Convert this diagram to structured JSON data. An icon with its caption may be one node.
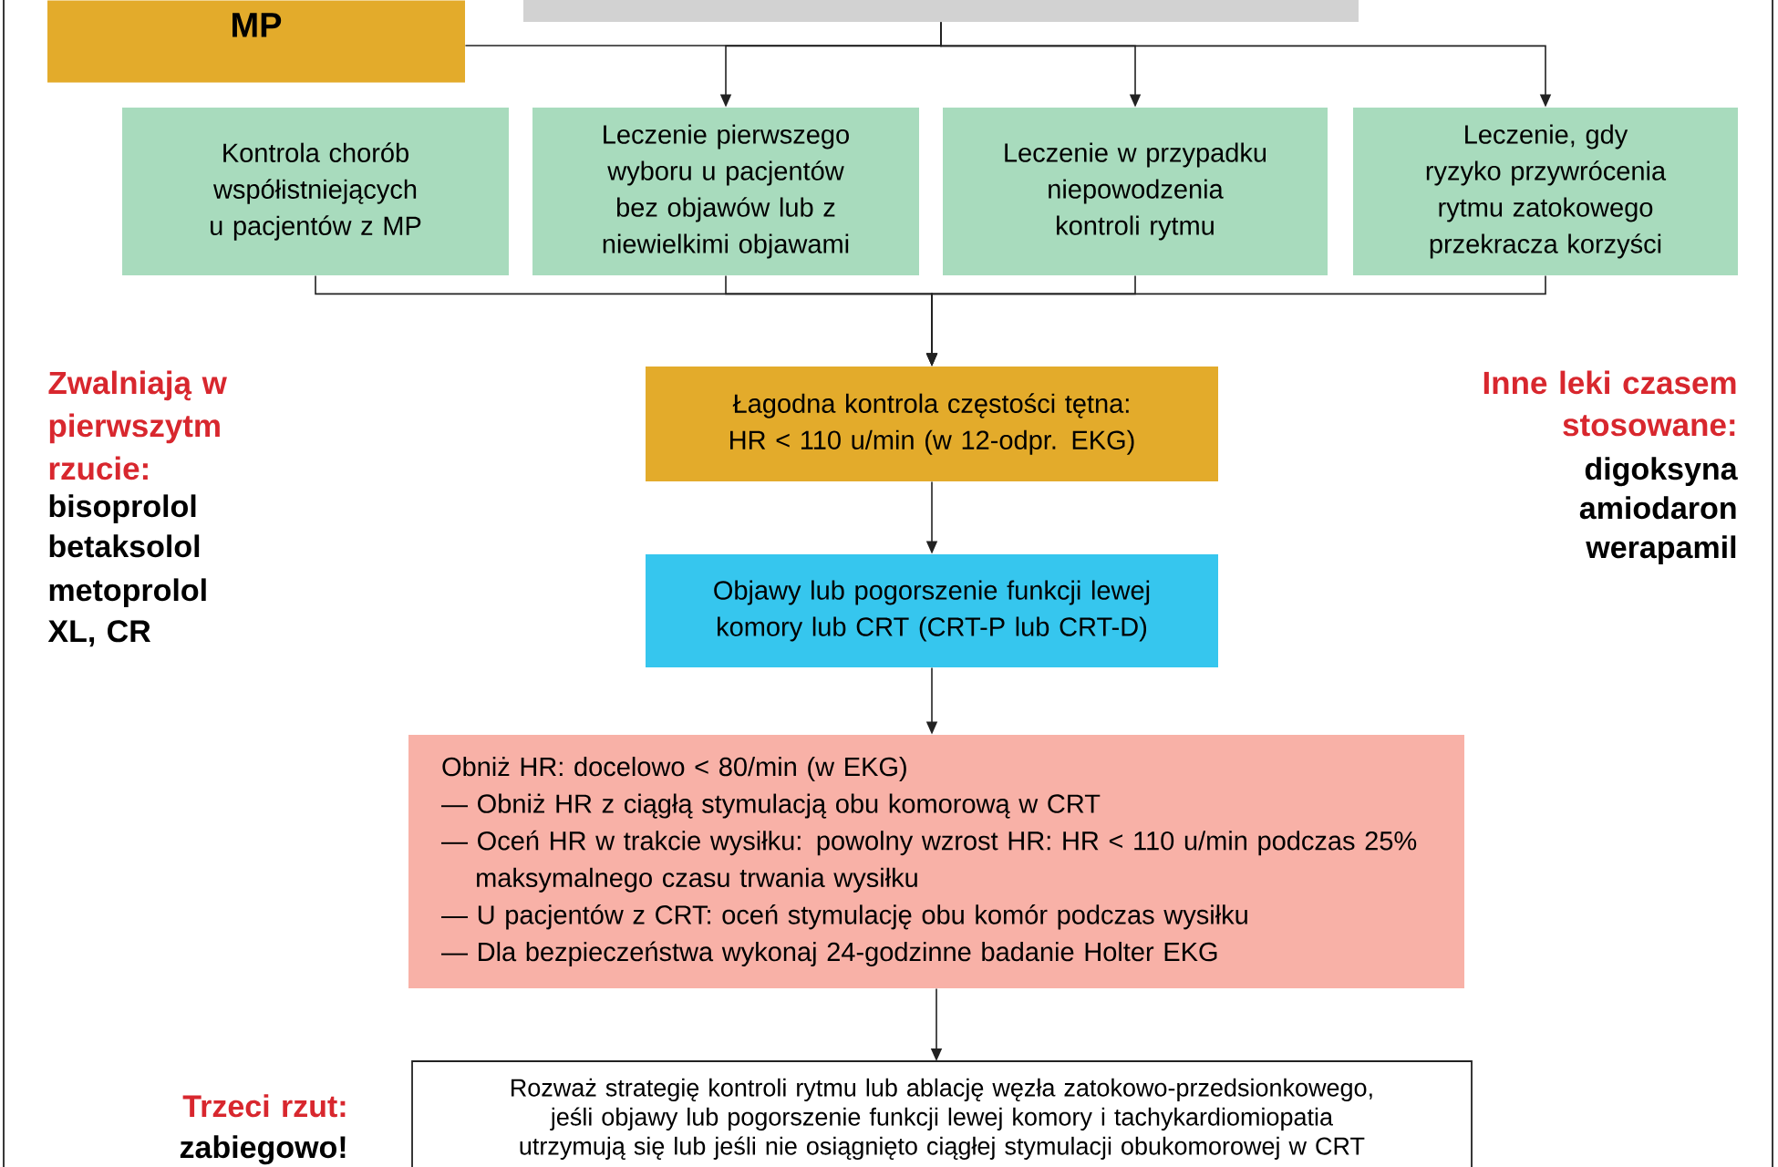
{
  "diagram": {
    "nodes": [
      {
        "text": [
          "MP"
        ]
      },
      {
        "text": [],
        "shape": "box"
      },
      {
        "text": [
          "Kontrola chorób współistniejących u pacjentów z MP"
        ]
      },
      {
        "text": [
          "Leczenie pierwszego wyboru u pacjentów bez objawów lub z niewielkimi objawami"
        ]
      },
      {
        "text": [
          "Leczenie w przypadku niepowodzenia kontroli rytmu"
        ]
      },
      {
        "text": [
          "Leczenie, gdy ryzyko przywrócenia rytmu zatokowego przekracza korzyści"
        ]
      },
      {
        "text": [
          "Łagodna kontrola częstości tętna: HR < 110 u/min (w 12-odpr. EKG)"
        ]
      },
      {
        "text": [
          "Objawy lub pogorszenie funkcji lewej komory lub CRT (CRT-P lub CRT-D)"
        ]
      },
      {
        "text": [
          "Obniż HR: docelowo < 80/min (w EKG)",
          "— Obniż HR z ciągłą stymulacją obu komorową w CRT",
          "— Oceń HR w trakcie wysiłku: powolny wzrost HR: HR < 110 u/min podczas 25% maksymalnego czasu trwania wysiłku",
          "— U pacjentów z CRT: oceń stymulację obu komór podczas wysiłku",
          "— Dla bezpieczeństwa wykonaj 24-godzinne badanie Holter EKG"
        ]
      },
      {
        "text": [
          "Rozważ strategię kontroli rytmu lub ablację węzła zatokowo-przedsionkowego, jeśli objawy lub pogorszenie funkcji lewej komory i tachykardiomiopatia utrzymują się lub jeśli nie osiągnięto ciągłej stymulacji obukomorowej w CRT"
        ]
      }
    ],
    "edges": [
      {
        "from": 0,
        "to": 1,
        "arrow": "none"
      },
      {
        "from": 1,
        "to": 3,
        "arrow": "to"
      },
      {
        "from": 1,
        "to": 4,
        "arrow": "to"
      },
      {
        "from": 1,
        "to": 5,
        "arrow": "to"
      },
      {
        "from": 2,
        "to": 6,
        "arrow": "to"
      },
      {
        "from": 3,
        "to": 6,
        "arrow": "to"
      },
      {
        "from": 4,
        "to": 6,
        "arrow": "to"
      },
      {
        "from": 5,
        "to": 6,
        "arrow": "to"
      },
      {
        "from": 6,
        "to": 7,
        "arrow": "to"
      },
      {
        "from": 7,
        "to": 8,
        "arrow": "to"
      },
      {
        "from": 8,
        "to": 9,
        "arrow": "to"
      }
    ],
    "labels": [
      "Zwalniają w pierwszytm rzucie:",
      "bisoprolol",
      "betaksolol",
      "metoprolol XL, CR",
      "Inne leki czasem stosowane:",
      "digoksyna",
      "amiodaron",
      "werapamil",
      "Trzeci rzut:",
      "zabiegowo!"
    ]
  }
}
